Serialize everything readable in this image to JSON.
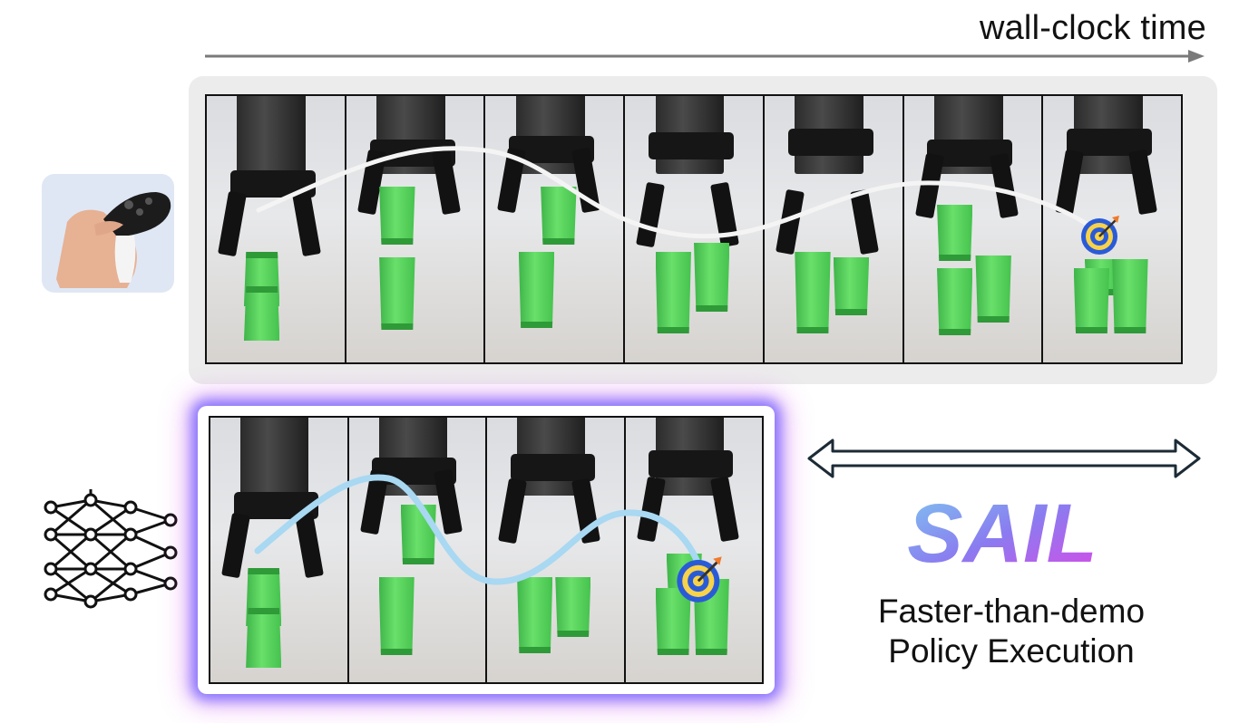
{
  "time_axis": {
    "label": "wall-clock time"
  },
  "method": {
    "name": "SAIL",
    "tagline_line1": "Faster-than-demo",
    "tagline_line2": "Policy Execution"
  },
  "demonstration": {
    "frames": 7,
    "input_icon": "vr-controller-icon"
  },
  "policy": {
    "frames": 4,
    "input_icon": "neural-network-icon"
  },
  "colors": {
    "demo_trajectory": "#f4f4f4",
    "policy_trajectory": "#a8d8f2",
    "glow_blue": "#5a50ff",
    "glow_magenta": "#d946ef",
    "cup_green": "#5fd65f",
    "sail_gradient": [
      "#7ec8f0",
      "#8a7cf0",
      "#d94ae8"
    ]
  }
}
